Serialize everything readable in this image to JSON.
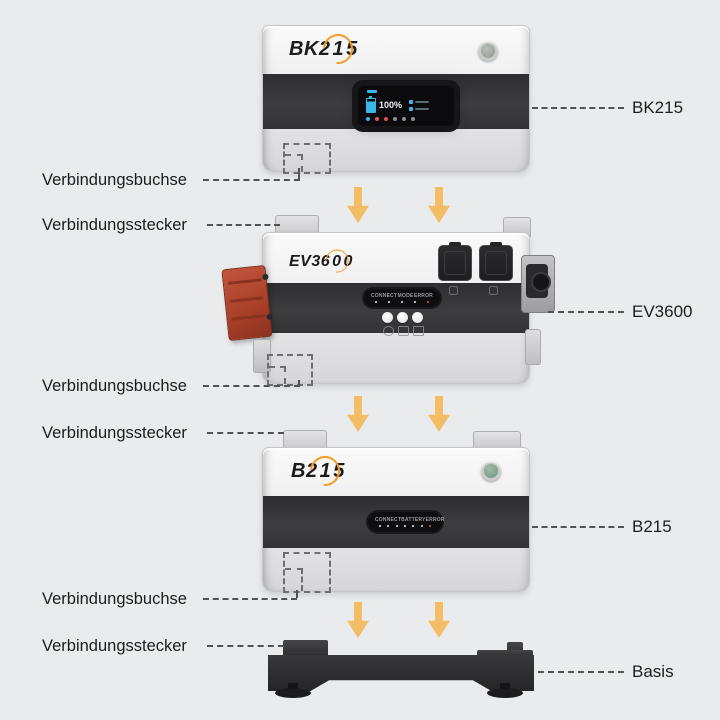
{
  "left_labels": [
    {
      "text": "Verbindungsbuchse"
    },
    {
      "text": "Verbindungsstecker"
    },
    {
      "text": "Verbindungsbuchse"
    },
    {
      "text": "Verbindungsstecker"
    },
    {
      "text": "Verbindungsbuchse"
    },
    {
      "text": "Verbindungsstecker"
    }
  ],
  "right_labels": [
    {
      "text": "BK215"
    },
    {
      "text": "EV3600"
    },
    {
      "text": "B215"
    },
    {
      "text": "Basis"
    }
  ],
  "units": {
    "bk215": {
      "logo": {
        "prefix": "BK2",
        "circled": "1",
        "suffix": "5"
      },
      "display": {
        "soc": "100%"
      }
    },
    "ev3600": {
      "logo": {
        "prefix": "EV36",
        "circled": "0",
        "suffix": "0"
      },
      "panel": {
        "labels": [
          "CONNECT",
          "MODE",
          "ERROR"
        ]
      }
    },
    "b215": {
      "logo": {
        "prefix": "B2",
        "circled": "1",
        "suffix": "5"
      },
      "panel": {
        "labels": [
          "CONNECT",
          "BATTERY",
          "ERROR"
        ]
      }
    }
  },
  "colors": {
    "background": "#e9ebec",
    "arrow": "#f2bd65",
    "accent_orange": "#f59b22",
    "connector_red": "#a83f29",
    "button_green": "#6f8f7b",
    "leader_line": "#525254"
  }
}
